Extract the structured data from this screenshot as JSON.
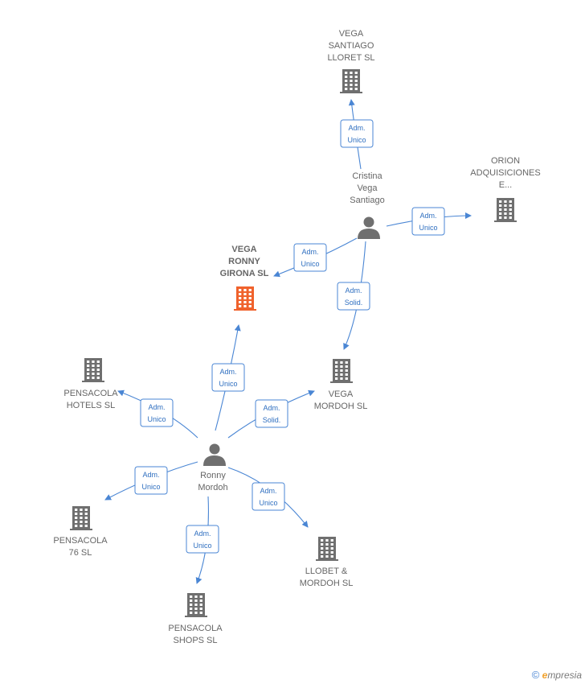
{
  "nodes": [
    {
      "id": "vega_santiago_lloret",
      "type": "company",
      "label": [
        "VEGA",
        "SANTIAGO",
        "LLORET  SL"
      ]
    },
    {
      "id": "orion",
      "type": "company",
      "label": [
        "ORION",
        "ADQUISICIONES",
        "E..."
      ]
    },
    {
      "id": "cristina",
      "type": "person",
      "label": [
        "Cristina",
        "Vega",
        "Santiago"
      ]
    },
    {
      "id": "vega_ronny_girona",
      "type": "company",
      "focus": true,
      "label": [
        "VEGA",
        "RONNY",
        "GIRONA  SL"
      ]
    },
    {
      "id": "vega_mordoh",
      "type": "company",
      "label": [
        "VEGA",
        "MORDOH  SL"
      ]
    },
    {
      "id": "pensacola_hotels",
      "type": "company",
      "label": [
        "PENSACOLA",
        "HOTELS  SL"
      ]
    },
    {
      "id": "ronny",
      "type": "person",
      "label": [
        "Ronny",
        "Mordoh"
      ]
    },
    {
      "id": "pensacola_76",
      "type": "company",
      "label": [
        "PENSACOLA",
        "76  SL"
      ]
    },
    {
      "id": "llobet_mordoh",
      "type": "company",
      "label": [
        "LLOBET &",
        "MORDOH  SL"
      ]
    },
    {
      "id": "pensacola_shops",
      "type": "company",
      "label": [
        "PENSACOLA",
        "SHOPS  SL"
      ]
    }
  ],
  "edges": [
    {
      "from": "cristina",
      "to": "vega_santiago_lloret",
      "label": [
        "Adm.",
        "Unico"
      ]
    },
    {
      "from": "cristina",
      "to": "orion",
      "label": [
        "Adm.",
        "Unico"
      ]
    },
    {
      "from": "cristina",
      "to": "vega_ronny_girona",
      "label": [
        "Adm.",
        "Unico"
      ]
    },
    {
      "from": "cristina",
      "to": "vega_mordoh",
      "label": [
        "Adm.",
        "Solid."
      ]
    },
    {
      "from": "ronny",
      "to": "vega_ronny_girona",
      "label": [
        "Adm.",
        "Unico"
      ]
    },
    {
      "from": "ronny",
      "to": "pensacola_hotels",
      "label": [
        "Adm.",
        "Unico"
      ]
    },
    {
      "from": "ronny",
      "to": "vega_mordoh",
      "label": [
        "Adm.",
        "Solid."
      ]
    },
    {
      "from": "ronny",
      "to": "pensacola_76",
      "label": [
        "Adm.",
        "Unico"
      ]
    },
    {
      "from": "ronny",
      "to": "llobet_mordoh",
      "label": [
        "Adm.",
        "Unico"
      ]
    },
    {
      "from": "ronny",
      "to": "pensacola_shops",
      "label": [
        "Adm.",
        "Unico"
      ]
    }
  ],
  "footer": {
    "copyright": "©",
    "brand_initial": "e",
    "brand_rest": "mpresia"
  },
  "colors": {
    "edge": "#4a86d4",
    "node": "#6f6f6f",
    "focus": "#f0622c"
  },
  "icons": {
    "company": "building-icon",
    "person": "person-icon"
  }
}
